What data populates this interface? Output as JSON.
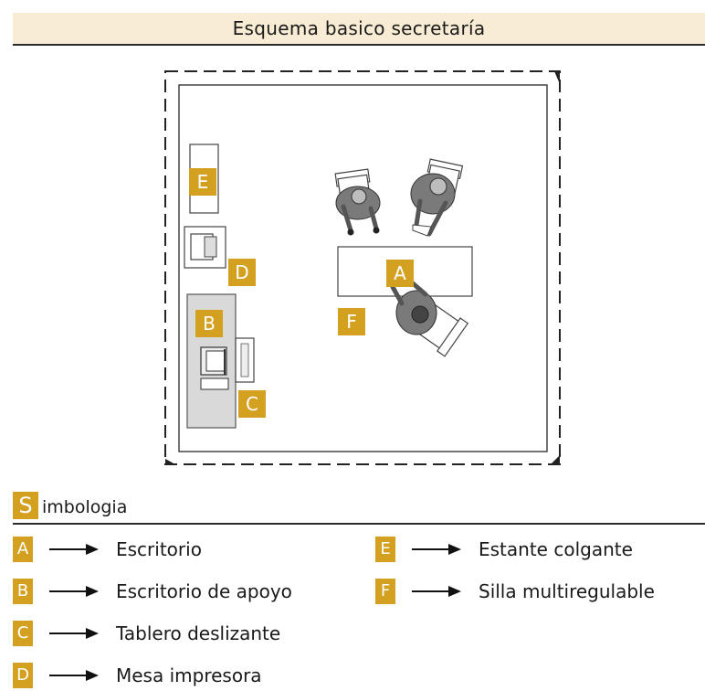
{
  "title": "Esquema basico secretaría",
  "plan_labels": {
    "A": "A",
    "B": "B",
    "C": "C",
    "D": "D",
    "E": "E",
    "F": "F"
  },
  "simbologia": {
    "letter": "S",
    "rest": "imbologia"
  },
  "legend": [
    {
      "letter": "A",
      "label": "Escritorio"
    },
    {
      "letter": "B",
      "label": "Escritorio de apoyo"
    },
    {
      "letter": "C",
      "label": "Tablero deslizante"
    },
    {
      "letter": "D",
      "label": "Mesa impresora"
    },
    {
      "letter": "E",
      "label": "Estante colgante"
    },
    {
      "letter": "F",
      "label": "Silla multiregulable"
    }
  ],
  "colors": {
    "badge": "#d4a020",
    "title_bg": "#f8ecd4",
    "support_desk": "#d9d9d9",
    "person": "#7a7a7a"
  },
  "icons": [
    "arrow-right-icon",
    "person-icon",
    "chair-icon",
    "computer-icon",
    "printer-icon"
  ]
}
